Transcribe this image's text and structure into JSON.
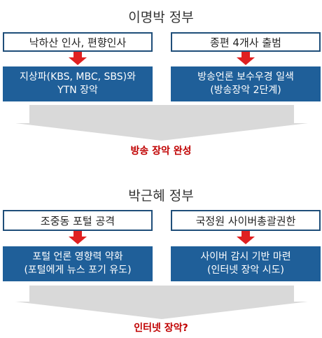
{
  "sections": [
    {
      "title": "이명박 정부",
      "left_top": "낙하산 인사, 편향인사",
      "right_top": "종편 4개사 출범",
      "left_bottom": [
        "지상파(KBS, MBC, SBS)와",
        "YTN 장악"
      ],
      "right_bottom": [
        "방송언론 보수우경 일색",
        "(방송장악 2단계)"
      ],
      "result": "방송 장악 완성"
    },
    {
      "title": "박근혜  정부",
      "left_top": "조중동 포털 공격",
      "right_top": "국정원 사이버총괄권한",
      "left_bottom": [
        "포털 언론 영향력 약화",
        "(포털에게 뉴스 포기 유도)"
      ],
      "right_bottom": [
        "사이버 감시 기반 마련",
        "(인터넷 장악 시도)"
      ],
      "result": "인터넷 장악?"
    }
  ],
  "colors": {
    "box_border": "#1f4e79",
    "box_fill": "#1f5f99",
    "arrow_red": "#e02020",
    "result_red": "#c00000",
    "big_arrow_gray": "#d9d9d9"
  },
  "icons": {
    "small_arrow": "red-down-arrow-icon",
    "big_arrow": "gray-down-arrow-icon"
  }
}
